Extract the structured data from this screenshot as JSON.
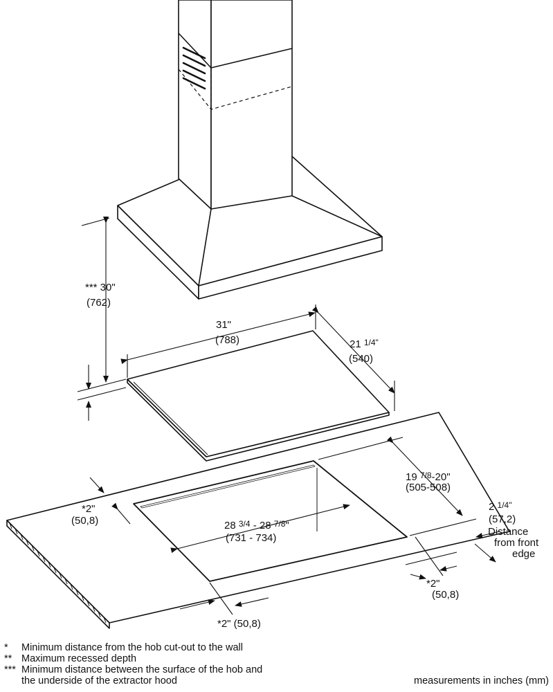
{
  "dimensions": {
    "hood_height": {
      "marker": "*** 30\"",
      "mm": "(762)"
    },
    "hob_width": {
      "inch": "31\"",
      "mm": "(788)"
    },
    "hob_depth": {
      "inch_whole": "21 ",
      "inch_frac": "1/4\"",
      "mm": "(540)"
    },
    "cutout_depth": {
      "inch_whole": "19 ",
      "inch_frac": "7/8",
      "inch_rest": "-20\"",
      "mm": "(505-508)"
    },
    "cutout_width": {
      "part1": "28 ",
      "frac1": "3/4",
      "part2": " - 28 ",
      "frac2": "7/8",
      "part3": "\"",
      "mm": "(731 - 734)"
    },
    "front_distance": {
      "inch_whole": "2 ",
      "inch_frac": "1/4\"",
      "mm": "(57,2)",
      "label": [
        "Distance",
        "from front",
        "edge"
      ]
    },
    "left_clearance": {
      "inch": "*2\"",
      "mm": "(50,8)"
    },
    "right_clearance": {
      "inch": "*2\"",
      "mm": "(50,8)"
    },
    "front_clearance": {
      "text": "*2\" (50,8)"
    }
  },
  "legend": [
    {
      "mark": "*",
      "lines": [
        "Minimum distance from the hob cut-out to the wall"
      ]
    },
    {
      "mark": "**",
      "lines": [
        "Maximum recessed depth"
      ]
    },
    {
      "mark": "***",
      "lines": [
        "Minimum distance between the surface of the hob and",
        "the underside of the extractor hood"
      ]
    }
  ],
  "units_note": "measurements in inches (mm)"
}
